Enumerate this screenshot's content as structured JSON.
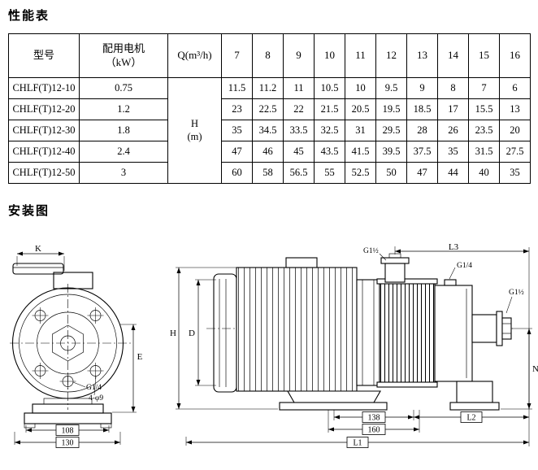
{
  "page": {
    "performance_title": "性能表",
    "installation_title": "安装图"
  },
  "perf_table": {
    "col_model": "型号",
    "col_motor_line1": "配用电机",
    "col_motor_line2": "（kW）",
    "col_q": "Q(m³/h)",
    "flow_values": [
      "7",
      "8",
      "9",
      "10",
      "11",
      "12",
      "13",
      "14",
      "15",
      "16"
    ],
    "head_line1": "H",
    "head_line2": "(m)",
    "rows": [
      {
        "model": "CHLF(T)12-10",
        "power": "0.75",
        "values": [
          "11.5",
          "11.2",
          "11",
          "10.5",
          "10",
          "9.5",
          "9",
          "8",
          "7",
          "6"
        ]
      },
      {
        "model": "CHLF(T)12-20",
        "power": "1.2",
        "values": [
          "23",
          "22.5",
          "22",
          "21.5",
          "20.5",
          "19.5",
          "18.5",
          "17",
          "15.5",
          "13"
        ]
      },
      {
        "model": "CHLF(T)12-30",
        "power": "1.8",
        "values": [
          "35",
          "34.5",
          "33.5",
          "32.5",
          "31",
          "29.5",
          "28",
          "26",
          "23.5",
          "20"
        ]
      },
      {
        "model": "CHLF(T)12-40",
        "power": "2.4",
        "values": [
          "47",
          "46",
          "45",
          "43.5",
          "41.5",
          "39.5",
          "37.5",
          "35",
          "31.5",
          "27.5"
        ]
      },
      {
        "model": "CHLF(T)12-50",
        "power": "3",
        "values": [
          "60",
          "58",
          "56.5",
          "55",
          "52.5",
          "50",
          "47",
          "44",
          "40",
          "35"
        ]
      }
    ]
  },
  "diagram": {
    "front_view": {
      "dim_k": "K",
      "dim_e": "E",
      "label_g14": "G1/4",
      "label_holes": "4-φ9",
      "dim_108": "108",
      "dim_130": "130"
    },
    "side_view": {
      "dim_h": "H",
      "dim_d": "D",
      "label_g112_top": "G1½",
      "dim_l3": "L3",
      "label_g14": "G1/4",
      "label_g112_right": "G1½",
      "dim_n": "N",
      "dim_138": "138",
      "dim_160": "160",
      "dim_l2": "L2",
      "dim_l1": "L1"
    }
  }
}
